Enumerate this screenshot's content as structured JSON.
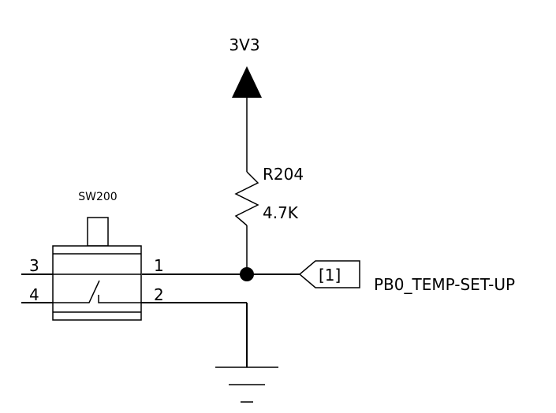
{
  "power": {
    "label": "3V3"
  },
  "resistor": {
    "ref": "R204",
    "value": "4.7K"
  },
  "switch": {
    "ref": "SW200",
    "pins": {
      "p1": "1",
      "p2": "2",
      "p3": "3",
      "p4": "4"
    }
  },
  "net": {
    "port_label": "[1]",
    "name": "PB0_TEMP-SET-UP"
  }
}
